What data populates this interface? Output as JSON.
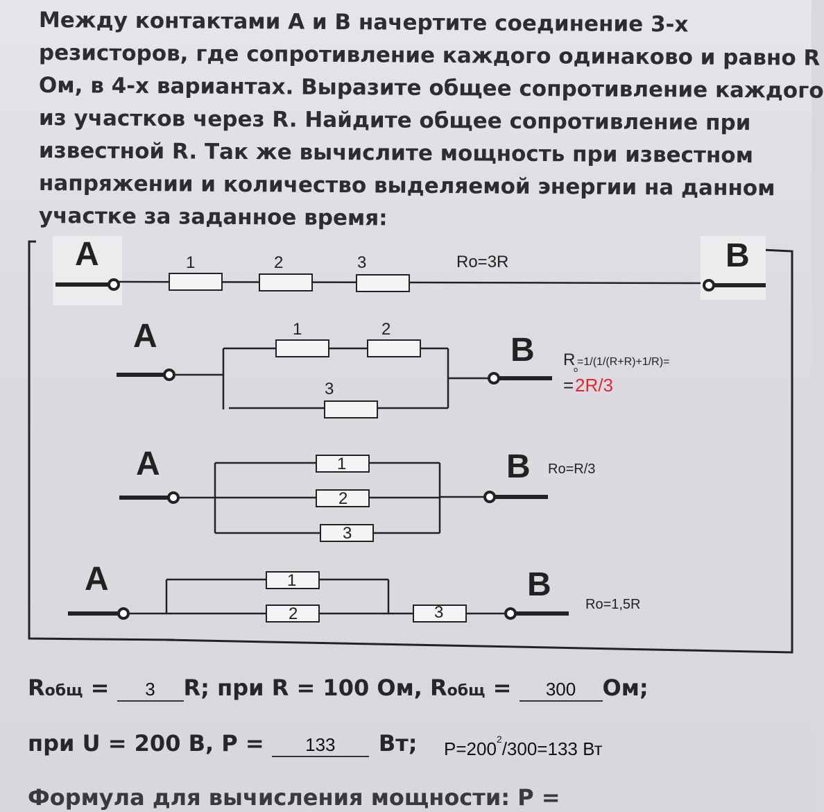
{
  "task": {
    "lines": [
      "Между контактами А и В начертите соединение 3-х",
      "резисторов, где сопротивление каждого одинаково и равно R",
      "Ом, в 4-х вариантах. Выразите общее сопротивление каждого",
      "из участков через R. Найдите общее сопротивление при",
      "известной R. Так же вычислите мощность при известном",
      "напряжении и количество выделяемой энергии на данном",
      "участке за заданное время:"
    ]
  },
  "circuits": {
    "contact_a": "А",
    "contact_b": "В",
    "c1": {
      "r1": "1",
      "r2": "2",
      "r3": "3",
      "result": "Ro=3R"
    },
    "c2": {
      "r1": "1",
      "r2": "2",
      "r3": "3",
      "result_line1": "R=1/(1/(R+R)+1/R)=",
      "result_line2_eq": "=",
      "result_line2_val": "2R/3",
      "sub_o": "o"
    },
    "c3": {
      "r1": "1",
      "r2": "2",
      "r3": "3",
      "result": "Ro=R/3"
    },
    "c4": {
      "r1": "1",
      "r2": "2",
      "r3": "3",
      "result": "Ro=1,5R"
    }
  },
  "answers": {
    "r_label": "R",
    "r_sub": "общ",
    "eq": " = ",
    "r_total_value": "3",
    "r_mid": "R; при R = 100 Ом, ",
    "r_total_ohm_value": "300",
    "r_end": "Ом;",
    "p_prefix": "при U = 200 В, P = ",
    "p_value": "133",
    "p_end": "Вт;",
    "p_calc_a": "P=200",
    "p_calc_sup": "2",
    "p_calc_b": "/300=133 Вт",
    "formula_line": "Формула для вычисления мощности: P ="
  },
  "colors": {
    "red_answer": "#e2262d"
  }
}
